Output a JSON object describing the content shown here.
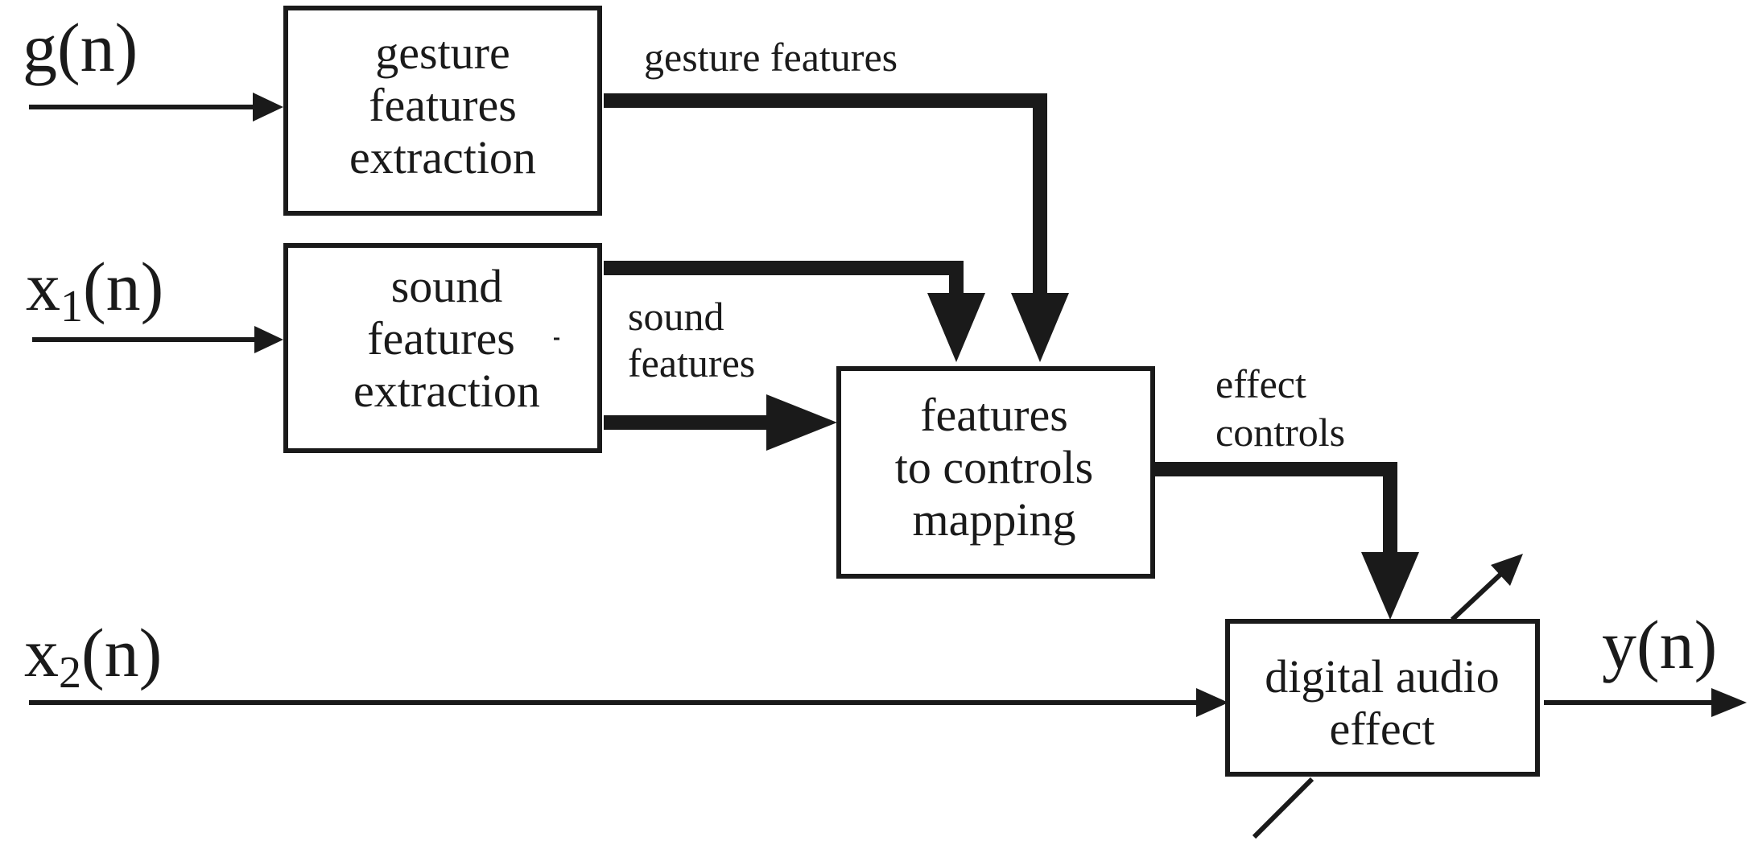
{
  "signals": {
    "g": {
      "label": "g(n)"
    },
    "x1": {
      "base": "x",
      "sub": "1",
      "arg": "(n)"
    },
    "x2": {
      "base": "x",
      "sub": "2",
      "arg": "(n)"
    },
    "y": {
      "label": "y(n)"
    }
  },
  "blocks": {
    "gesture": {
      "lines": [
        "gesture",
        "features",
        "extraction"
      ]
    },
    "sound": {
      "lines": [
        "sound",
        "features",
        "extraction"
      ]
    },
    "mapping": {
      "lines": [
        "features",
        "to controls",
        "mapping"
      ]
    },
    "effect": {
      "lines": [
        "digital audio",
        "effect"
      ]
    }
  },
  "edges": {
    "gesture_features": {
      "label": "gesture features"
    },
    "sound_features": {
      "lines": [
        "sound",
        "features"
      ]
    },
    "effect_controls": {
      "lines": [
        "effect",
        "controls"
      ]
    }
  },
  "colors": {
    "ink": "#1a1a1a",
    "background": "#ffffff"
  }
}
